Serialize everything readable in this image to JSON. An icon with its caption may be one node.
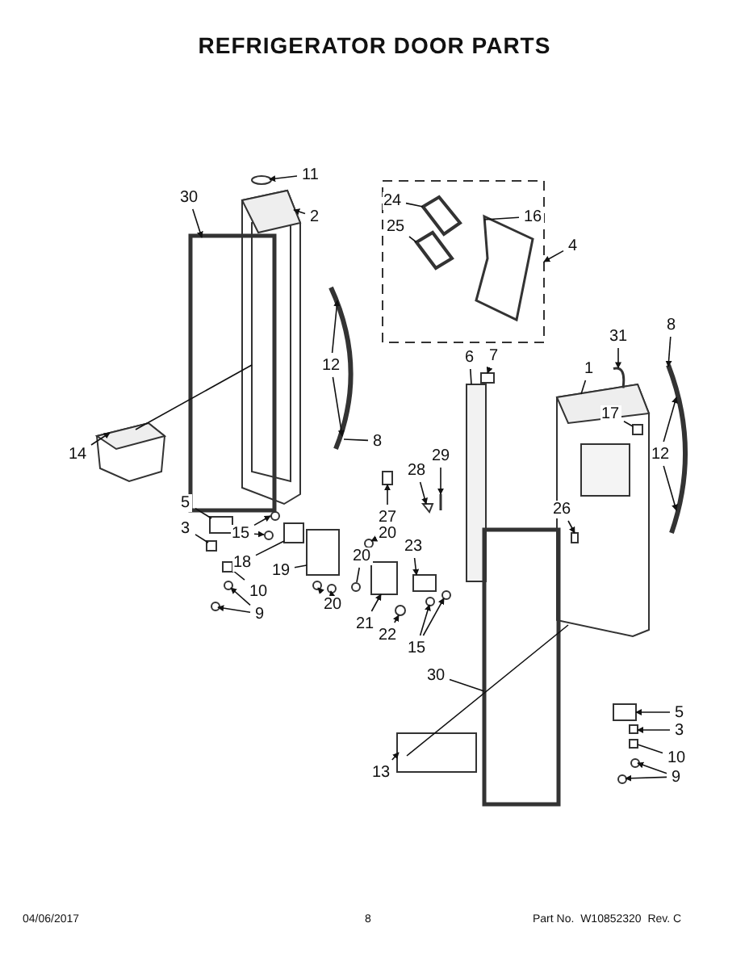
{
  "diagram": {
    "title": "REFRIGERATOR DOOR PARTS",
    "nodes": [
      {
        "text": [
          "30"
        ]
      },
      {
        "text": [
          "11"
        ]
      },
      {
        "text": [
          "2"
        ]
      },
      {
        "text": [
          "24"
        ],
        "in": 47
      },
      {
        "text": [
          "25"
        ],
        "in": 47
      },
      {
        "text": [
          "16"
        ],
        "in": 47
      },
      {
        "text": [
          "4"
        ]
      },
      {
        "text": [
          "14"
        ]
      },
      {
        "text": [
          "12"
        ]
      },
      {
        "text": [
          "8"
        ]
      },
      {
        "text": [
          "6"
        ]
      },
      {
        "text": [
          "7"
        ]
      },
      {
        "text": [
          "31"
        ]
      },
      {
        "text": [
          "8"
        ]
      },
      {
        "text": [
          "1"
        ]
      },
      {
        "text": [
          "17"
        ],
        "in": 54
      },
      {
        "text": [
          "12"
        ]
      },
      {
        "text": [
          "29"
        ]
      },
      {
        "text": [
          "28"
        ]
      },
      {
        "text": [
          "27"
        ]
      },
      {
        "text": [
          "5"
        ]
      },
      {
        "text": [
          "3"
        ]
      },
      {
        "text": [
          "15"
        ]
      },
      {
        "text": [
          "18"
        ]
      },
      {
        "text": [
          "19"
        ]
      },
      {
        "text": [
          "20"
        ]
      },
      {
        "text": [
          "20"
        ]
      },
      {
        "text": [
          "20"
        ]
      },
      {
        "text": [
          "10"
        ]
      },
      {
        "text": [
          "9"
        ]
      },
      {
        "text": [
          "23"
        ]
      },
      {
        "text": [
          "21"
        ]
      },
      {
        "text": [
          "22"
        ]
      },
      {
        "text": [
          "15"
        ]
      },
      {
        "text": [
          "26"
        ],
        "in": 54
      },
      {
        "text": [
          "30"
        ]
      },
      {
        "text": [
          "13"
        ]
      },
      {
        "text": [
          "5"
        ]
      },
      {
        "text": [
          "3"
        ]
      },
      {
        "text": [
          "10"
        ]
      },
      {
        "text": [
          "9"
        ]
      },
      {
        "text": [],
        "shape": "box"
      },
      {
        "text": [],
        "shape": "circle"
      },
      {
        "text": [],
        "shape": "picture"
      },
      {
        "text": [],
        "shape": "picture",
        "in": 47
      },
      {
        "text": [],
        "shape": "picture",
        "in": 47
      },
      {
        "text": [],
        "shape": "picture",
        "in": 47
      },
      {
        "text": [],
        "shape": "box"
      },
      {
        "text": [],
        "shape": "picture"
      },
      {
        "text": [],
        "shape": "picture"
      },
      {
        "text": [],
        "shape": "box"
      },
      {
        "text": [],
        "shape": "box"
      },
      {
        "text": [],
        "shape": "picture"
      },
      {
        "text": [],
        "shape": "picture"
      },
      {
        "text": [],
        "shape": "picture"
      },
      {
        "text": [],
        "shape": "box",
        "in": 54
      },
      {
        "text": [],
        "shape": "picture"
      },
      {
        "text": [],
        "shape": "picture"
      },
      {
        "text": [],
        "shape": "box"
      },
      {
        "text": [],
        "shape": "box"
      },
      {
        "text": [],
        "shape": "box"
      },
      {
        "text": [],
        "shape": "circle"
      },
      {
        "text": [],
        "shape": "circle"
      },
      {
        "text": [],
        "shape": "box"
      },
      {
        "text": [],
        "shape": "box"
      },
      {
        "text": [],
        "shape": "circle"
      },
      {
        "text": [],
        "shape": "circle"
      },
      {
        "text": [],
        "shape": "circle"
      },
      {
        "text": [],
        "shape": "circle"
      },
      {
        "text": [],
        "shape": "box"
      },
      {
        "text": [],
        "shape": "circle"
      },
      {
        "text": [],
        "shape": "circle"
      },
      {
        "text": [],
        "shape": "box"
      },
      {
        "text": [],
        "shape": "box"
      },
      {
        "text": [],
        "shape": "circle"
      },
      {
        "text": [],
        "shape": "circle"
      },
      {
        "text": [],
        "shape": "circle"
      },
      {
        "text": [],
        "shape": "box",
        "in": 54
      },
      {
        "text": [],
        "shape": "box"
      },
      {
        "text": [],
        "shape": "box"
      },
      {
        "text": [],
        "shape": "box"
      },
      {
        "text": [],
        "shape": "box"
      },
      {
        "text": [],
        "shape": "box"
      },
      {
        "text": [],
        "shape": "circle"
      },
      {
        "text": [],
        "shape": "circle"
      }
    ],
    "edges": [
      {
        "from": 0,
        "to": 41,
        "arrow": "to"
      },
      {
        "from": 1,
        "to": 42,
        "arrow": "to"
      },
      {
        "from": 2,
        "to": 43,
        "arrow": "to"
      },
      {
        "from": 3,
        "to": 44,
        "arrow": "none"
      },
      {
        "from": 4,
        "to": 45,
        "arrow": "none"
      },
      {
        "from": 5,
        "to": 46,
        "arrow": "none"
      },
      {
        "from": 6,
        "to": 47,
        "arrow": "to"
      },
      {
        "from": 7,
        "to": 48,
        "arrow": "to"
      },
      {
        "from": 8,
        "to": 49,
        "arrow": "to"
      },
      {
        "from": 8,
        "to": 49,
        "arrow": "to"
      },
      {
        "from": 9,
        "to": 49,
        "arrow": "none"
      },
      {
        "from": 10,
        "to": 50,
        "arrow": "none"
      },
      {
        "from": 11,
        "to": 51,
        "arrow": "to"
      },
      {
        "from": 12,
        "to": 52,
        "arrow": "to"
      },
      {
        "from": 13,
        "to": 53,
        "arrow": "to"
      },
      {
        "from": 14,
        "to": 54,
        "arrow": "none"
      },
      {
        "from": 15,
        "to": 55,
        "arrow": "none"
      },
      {
        "from": 16,
        "to": 53,
        "arrow": "to"
      },
      {
        "from": 16,
        "to": 53,
        "arrow": "to"
      },
      {
        "from": 17,
        "to": 56,
        "arrow": "to"
      },
      {
        "from": 18,
        "to": 57,
        "arrow": "to"
      },
      {
        "from": 19,
        "to": 58,
        "arrow": "to"
      },
      {
        "from": 20,
        "to": 59,
        "arrow": "none"
      },
      {
        "from": 21,
        "to": 60,
        "arrow": "none"
      },
      {
        "from": 22,
        "to": 61,
        "arrow": "to"
      },
      {
        "from": 22,
        "to": 62,
        "arrow": "to"
      },
      {
        "from": 23,
        "to": 63,
        "arrow": "none"
      },
      {
        "from": 24,
        "to": 64,
        "arrow": "none"
      },
      {
        "from": 25,
        "to": 65,
        "arrow": "to"
      },
      {
        "from": 26,
        "to": 66,
        "arrow": "none"
      },
      {
        "from": 27,
        "to": 67,
        "arrow": "to"
      },
      {
        "from": 27,
        "to": 68,
        "arrow": "to"
      },
      {
        "from": 28,
        "to": 69,
        "arrow": "none"
      },
      {
        "from": 29,
        "to": 70,
        "arrow": "to"
      },
      {
        "from": 29,
        "to": 71,
        "arrow": "to"
      },
      {
        "from": 30,
        "to": 72,
        "arrow": "to"
      },
      {
        "from": 31,
        "to": 73,
        "arrow": "to"
      },
      {
        "from": 32,
        "to": 74,
        "arrow": "to"
      },
      {
        "from": 33,
        "to": 75,
        "arrow": "to"
      },
      {
        "from": 33,
        "to": 76,
        "arrow": "to"
      },
      {
        "from": 34,
        "to": 77,
        "arrow": "to"
      },
      {
        "from": 35,
        "to": 78,
        "arrow": "none"
      },
      {
        "from": 36,
        "to": 79,
        "arrow": "to"
      },
      {
        "from": 37,
        "to": 80,
        "arrow": "to"
      },
      {
        "from": 38,
        "to": 81,
        "arrow": "to"
      },
      {
        "from": 39,
        "to": 82,
        "arrow": "none"
      },
      {
        "from": 40,
        "to": 83,
        "arrow": "to"
      },
      {
        "from": 40,
        "to": 84,
        "arrow": "to"
      },
      {
        "from": 48,
        "to": 43,
        "arrow": "none"
      },
      {
        "from": 79,
        "to": 54,
        "arrow": "none"
      }
    ],
    "labels": [
      "04/06/2017",
      "8",
      "Part No.  W10852320  Rev. C"
    ]
  }
}
